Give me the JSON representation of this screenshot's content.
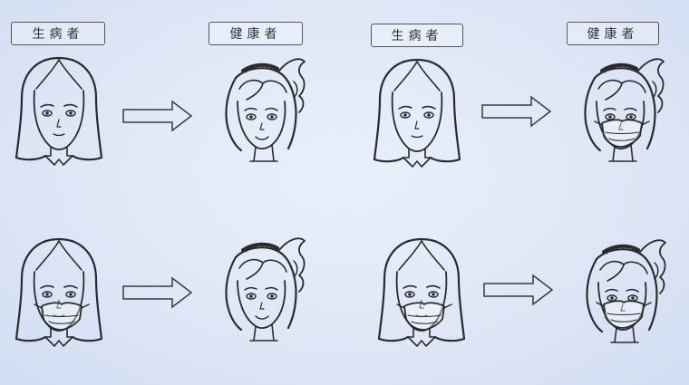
{
  "labels": {
    "sick": "生病者",
    "healthy": "健康者"
  },
  "colors": {
    "background": "#dfe7f7",
    "line": "#2b2b2b"
  },
  "scenarios": [
    {
      "sick_face": "woman-short-hair-no-mask",
      "healthy_face": "woman-ponytail-no-mask"
    },
    {
      "sick_face": "woman-short-hair-no-mask",
      "healthy_face": "woman-ponytail-with-mask"
    },
    {
      "sick_face": "woman-short-hair-with-mask",
      "healthy_face": "woman-ponytail-no-mask"
    },
    {
      "sick_face": "woman-short-hair-with-mask",
      "healthy_face": "woman-ponytail-with-mask"
    }
  ]
}
